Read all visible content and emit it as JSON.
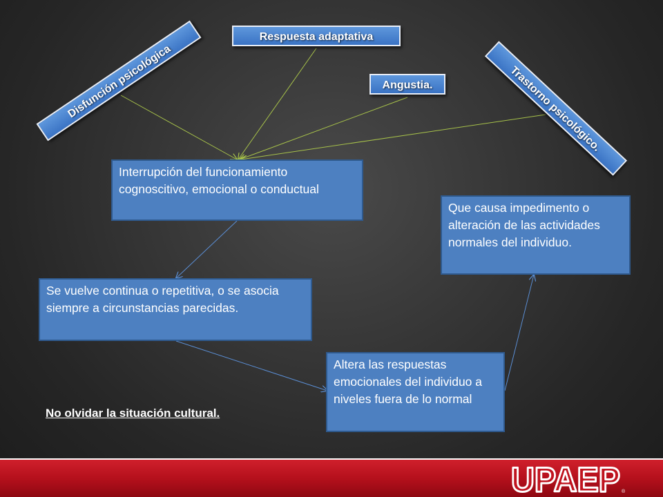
{
  "tags": {
    "disfuncion": "Disfunción psicológica",
    "respuesta": "Respuesta adaptativa",
    "angustia": "Angustia.",
    "trastorno": "Trastorno psicológico."
  },
  "boxes": {
    "interrupcion": "Interrupción del funcionamiento cognoscitivo, emocional o conductual",
    "continua": "Se vuelve continua o repetitiva, o se asocia siempre a circunstancias parecidas.",
    "altera": "Altera las respuestas emocionales del individuo a niveles fuera de lo normal",
    "impedimento": "Que causa impedimento o alteración de las actividades normales del individuo."
  },
  "note": "No olvidar la situación cultural.",
  "footer": {
    "logo_text": "UPAEP",
    "colors": {
      "band": "#c0141f",
      "logo": "#ffffff"
    }
  },
  "colors": {
    "tag_fill": "#4a85d0",
    "box_fill": "#4d80c1",
    "connector_green": "#a8c34a",
    "connector_blue": "#5b8fd6"
  }
}
